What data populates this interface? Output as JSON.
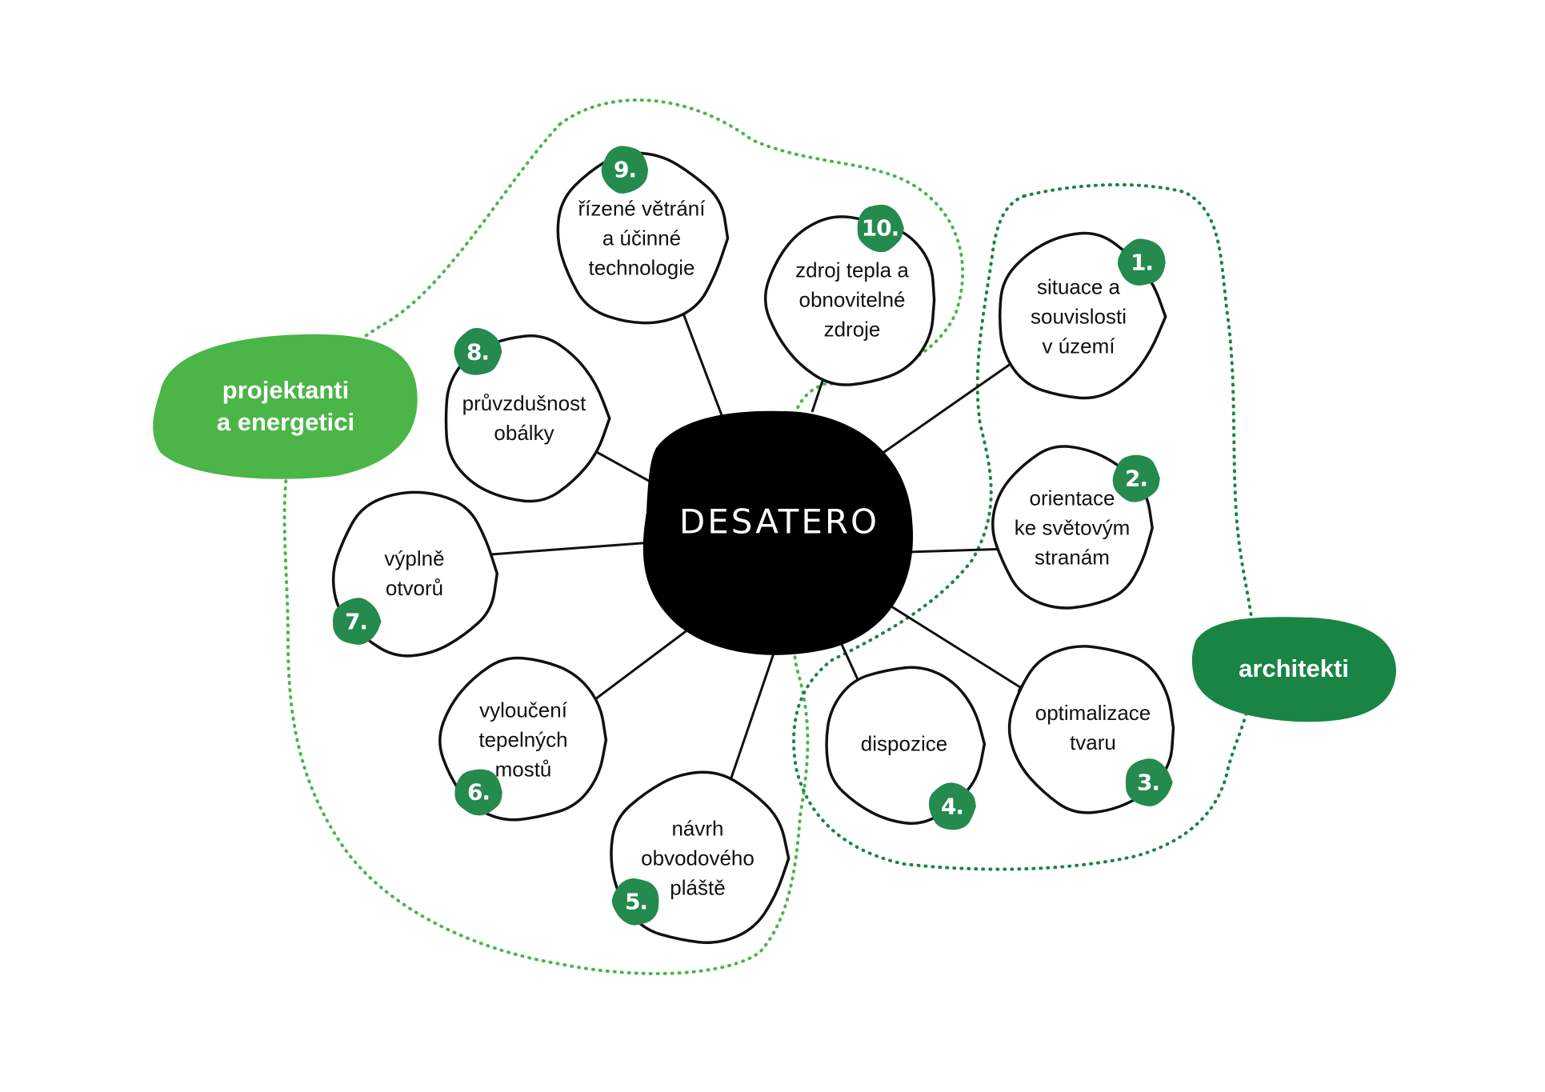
{
  "center": {
    "label": "DESATERO"
  },
  "groups": {
    "designers": {
      "label": "projektanti\na energetici",
      "color": "#4bb548"
    },
    "architects": {
      "label": "architekti",
      "color": "#1a8444"
    }
  },
  "colors": {
    "badge": "#248a4d",
    "ink": "#111111",
    "center_fill": "#000000"
  },
  "items": [
    {
      "number": "1.",
      "label": "situace a\nsouvislosti\nv území"
    },
    {
      "number": "2.",
      "label": "orientace\nke světovým\nstranám"
    },
    {
      "number": "3.",
      "label": "optimalizace\ntvaru"
    },
    {
      "number": "4.",
      "label": "dispozice"
    },
    {
      "number": "5.",
      "label": "návrh\nobvodového\npláště"
    },
    {
      "number": "6.",
      "label": "vyloučení\ntepelných\nmostů"
    },
    {
      "number": "7.",
      "label": "výplně\notvorů"
    },
    {
      "number": "8.",
      "label": "průvzdušnost\nobálky"
    },
    {
      "number": "9.",
      "label": "řízené větrání\na účinné\ntechnologie"
    },
    {
      "number": "10.",
      "label": "zdroj tepla a\nobnovitelné\nzdroje"
    }
  ]
}
